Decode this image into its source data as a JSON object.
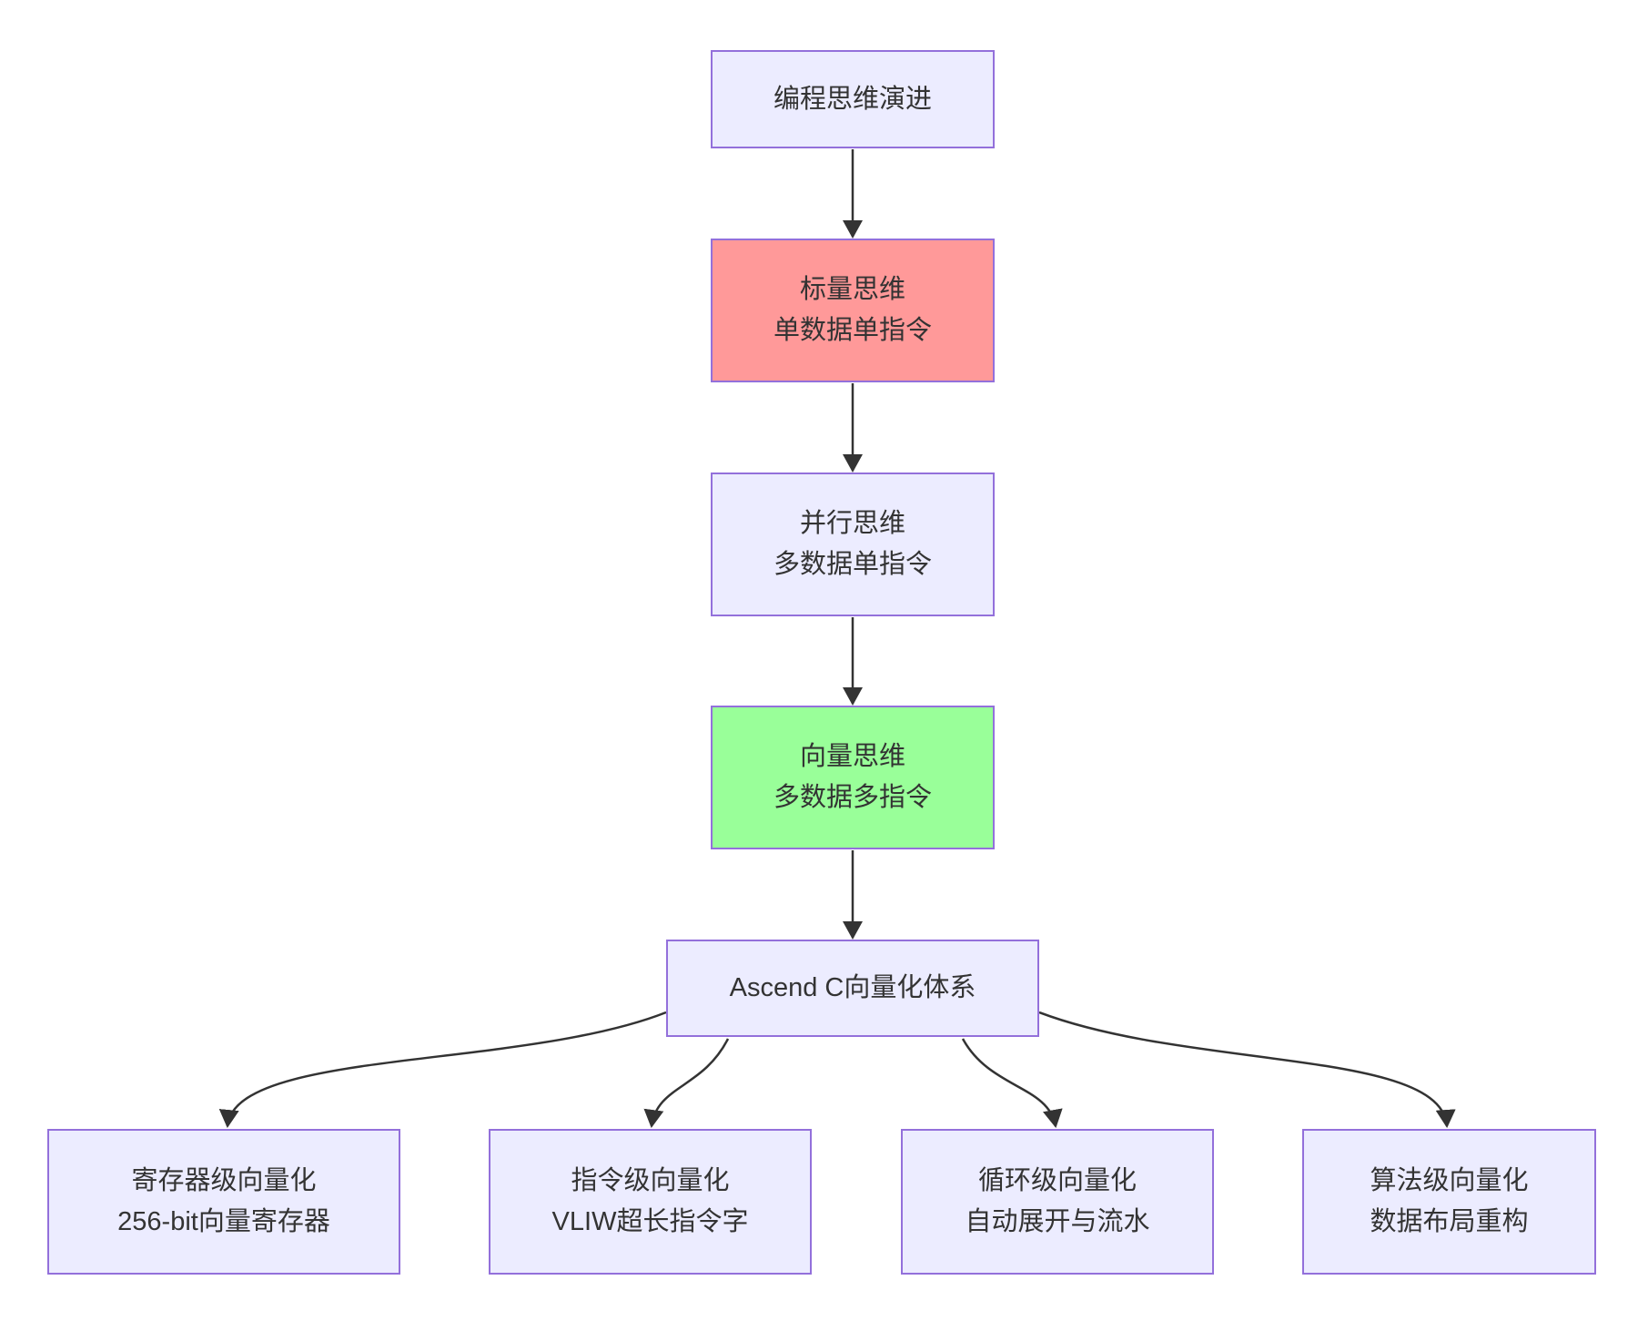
{
  "diagram": {
    "type": "flowchart",
    "direction": "top-down",
    "colors": {
      "default_fill": "#ECECFF",
      "node_border": "#9370DB",
      "scalar_highlight_fill": "#FF9999",
      "vector_highlight_fill": "#99FF99",
      "edge": "#333333",
      "text": "#333333",
      "background": "#FFFFFF"
    },
    "edge_color": "#333333",
    "nodes": [
      {
        "id": "evolution",
        "line1": "编程思维演进",
        "line2": "",
        "fill": "#ECECFF",
        "border": "#9370DB"
      },
      {
        "id": "scalar",
        "line1": "标量思维",
        "line2": "单数据单指令",
        "fill": "#FF9999",
        "border": "#9370DB"
      },
      {
        "id": "parallel",
        "line1": "并行思维",
        "line2": "多数据单指令",
        "fill": "#ECECFF",
        "border": "#9370DB"
      },
      {
        "id": "vector",
        "line1": "向量思维",
        "line2": "多数据多指令",
        "fill": "#99FF99",
        "border": "#9370DB"
      },
      {
        "id": "ascend",
        "line1": "Ascend C向量化体系",
        "line2": "",
        "fill": "#ECECFF",
        "border": "#9370DB"
      },
      {
        "id": "register",
        "line1": "寄存器级向量化",
        "line2": "256-bit向量寄存器",
        "fill": "#ECECFF",
        "border": "#9370DB"
      },
      {
        "id": "instruction",
        "line1": "指令级向量化",
        "line2": "VLIW超长指令字",
        "fill": "#ECECFF",
        "border": "#9370DB"
      },
      {
        "id": "loop",
        "line1": "循环级向量化",
        "line2": "自动展开与流水",
        "fill": "#ECECFF",
        "border": "#9370DB"
      },
      {
        "id": "algorithm",
        "line1": "算法级向量化",
        "line2": "数据布局重构",
        "fill": "#ECECFF",
        "border": "#9370DB"
      }
    ],
    "edges": [
      {
        "from": "编程思维演进",
        "to": "标量思维"
      },
      {
        "from": "标量思维",
        "to": "并行思维"
      },
      {
        "from": "并行思维",
        "to": "向量思维"
      },
      {
        "from": "向量思维",
        "to": "Ascend C向量化体系"
      },
      {
        "from": "Ascend C向量化体系",
        "to": "寄存器级向量化"
      },
      {
        "from": "Ascend C向量化体系",
        "to": "指令级向量化"
      },
      {
        "from": "Ascend C向量化体系",
        "to": "循环级向量化"
      },
      {
        "from": "Ascend C向量化体系",
        "to": "算法级向量化"
      }
    ]
  }
}
